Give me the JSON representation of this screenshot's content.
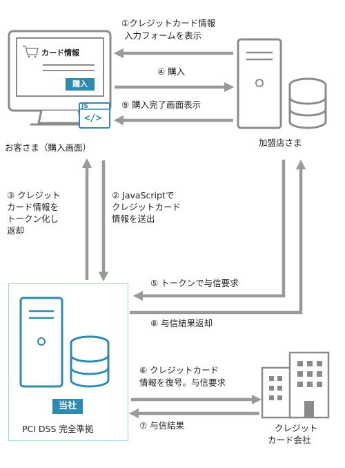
{
  "nodes": {
    "customer_label": "お客さま（購入画面）",
    "merchant_label": "加盟店さま",
    "company_label": "当社",
    "pci_label": "PCI DSS 完全準拠",
    "card_company_label_1": "クレジット",
    "card_company_label_2": "カード会社"
  },
  "screen": {
    "card_title": "カード情報",
    "buy_button": "購入",
    "js_badge": "JS",
    "js_code": "</>"
  },
  "steps": {
    "s1_line1": "①クレジットカード情報",
    "s1_line2": "入力フォームを表示",
    "s4": "④ 購入",
    "s9": "⑨ 購入完了画面表示",
    "s3_line1": "③ クレジット",
    "s3_line2": "カード情報を",
    "s3_line3": "トークン化し",
    "s3_line4": "返却",
    "s2_line1": "② JavaScriptで",
    "s2_line2": "クレジットカード",
    "s2_line3": "情報を送出",
    "s5": "⑤ トークンで与信要求",
    "s8": "⑧ 与信結果返却",
    "s6_line1": "⑥ クレジットカード",
    "s6_line2": "情報を復号。与信要求",
    "s7": "⑦ 与信結果"
  },
  "colors": {
    "arrow": "#9a9a9a",
    "accent": "#2E8AB0",
    "company_border": "#9fd2e6",
    "device_stroke": "#8a8a8a"
  }
}
